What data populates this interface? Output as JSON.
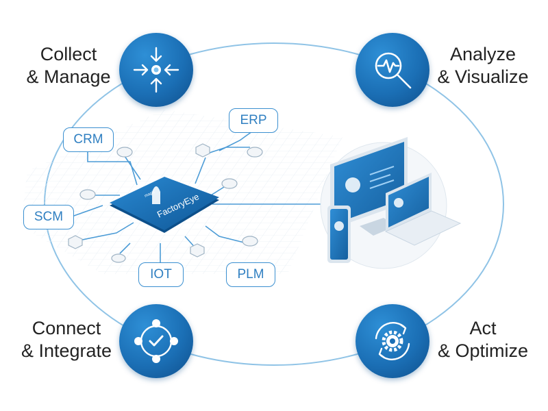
{
  "stages": {
    "collect": {
      "line1": "Collect",
      "line2": "& Manage",
      "icon": "arrows-inward-icon"
    },
    "analyze": {
      "line1": "Analyze",
      "line2": "& Visualize",
      "icon": "magnifier-pulse-icon"
    },
    "connect": {
      "line1": "Connect",
      "line2": "& Integrate",
      "icon": "network-check-icon"
    },
    "act": {
      "line1": "Act",
      "line2": "& Optimize",
      "icon": "gear-cycle-icon"
    }
  },
  "systems": {
    "crm": "CRM",
    "erp": "ERP",
    "scm": "SCM",
    "iot": "IOT",
    "plm": "PLM"
  },
  "hub": {
    "brand": "magic",
    "product": "FactoryEye"
  },
  "colors": {
    "accent": "#1b6fb5",
    "accent_light": "#3a8fd0",
    "ring": "#8fc3e6"
  }
}
